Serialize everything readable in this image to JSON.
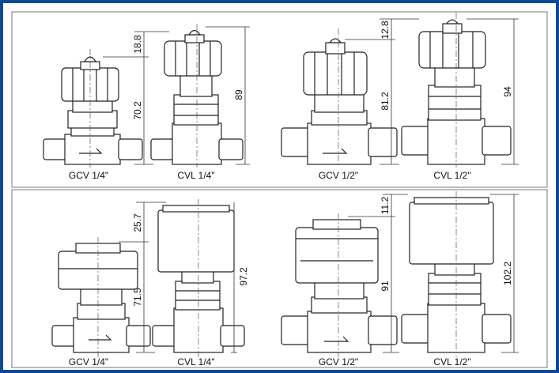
{
  "colors": {
    "border": "#0b4a92",
    "line": "#222222",
    "dimline": "#333333",
    "background": "#ffffff"
  },
  "top_row": {
    "gcv_quarter": {
      "label": "GCV 1/4\"",
      "dim_top": "18.8",
      "dim_main": "70.2"
    },
    "cvl_quarter": {
      "label": "CVL 1/4\"",
      "dim_total": "89"
    },
    "gcv_half": {
      "label": "GCV 1/2\"",
      "dim_top": "12.8",
      "dim_main": "81.2"
    },
    "cvl_half": {
      "label": "CVL 1/2\"",
      "dim_total": "94"
    }
  },
  "bottom_row": {
    "gcv_quarter": {
      "label": "GCV 1/4\"",
      "dim_top": "25.7",
      "dim_main": "71.5"
    },
    "cvl_quarter": {
      "label": "CVL 1/4\"",
      "dim_total": "97.2"
    },
    "gcv_half": {
      "label": "GCV 1/2\"",
      "dim_top": "11.2",
      "dim_main": "91"
    },
    "cvl_half": {
      "label": "CVL 1/2\"",
      "dim_total": "102.2"
    }
  }
}
